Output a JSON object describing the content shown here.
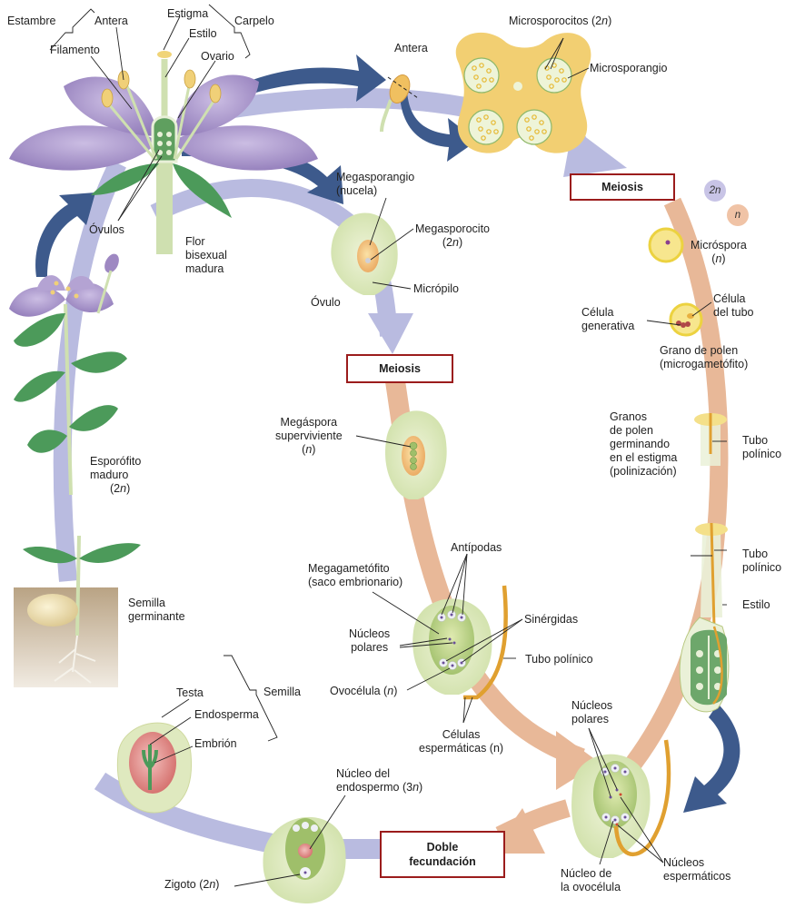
{
  "title": "Ciclo de vida de una angiosperma",
  "colors": {
    "sporophyte_band": "#b9bbe0",
    "gametophyte_band": "#e8b898",
    "arrow_blue": "#3d5a8c",
    "box_border": "#9b1c1c",
    "petal": "#a996c8",
    "leaf": "#4c9a5a",
    "ovule_green": "#dde8bf",
    "pollen_yellow": "#f0d060",
    "anther_tissue": "#f2cf72"
  },
  "legend": {
    "diploid": "2n",
    "haploid": "n"
  },
  "process_boxes": {
    "meiosis_male": "Meiosis",
    "meiosis_female": "Meiosis",
    "double_fertilization_1": "Doble",
    "double_fertilization_2": "fecundación"
  },
  "flower": {
    "stamen": "Estambre",
    "anther": "Antera",
    "filament": "Filamento",
    "stigma": "Estigma",
    "style": "Estilo",
    "ovary": "Ovario",
    "carpel": "Carpelo",
    "ovules": "Óvulos",
    "mature_flower": [
      "Flor",
      "bisexual",
      "madura"
    ]
  },
  "male_path": {
    "anther": "Antera",
    "microsporocytes": "Microsporocitos (2",
    "microsporocytes_n": "n",
    "microsporangium": "Microsporangio",
    "microspore": [
      "Micróspora",
      "("
    ],
    "generative_cell": [
      "Célula",
      "generativa"
    ],
    "tube_cell": [
      "Célula",
      "del tubo"
    ],
    "pollen_grain": [
      "Grano de polen",
      "(microgametófito)"
    ],
    "germinating": [
      "Granos",
      "de polen",
      "germinando",
      "en el estigma",
      "(polinización)"
    ],
    "pollen_tube_1": [
      "Tubo",
      "polínico"
    ],
    "pollen_tube_2": [
      "Tubo",
      "polínico"
    ],
    "style": "Estilo"
  },
  "female_path": {
    "megasporangium": [
      "Megasporangio",
      "(nucela)"
    ],
    "megasporocyte": [
      "Megasporocito",
      "(2"
    ],
    "micropyle": "Micrópilo",
    "ovule": "Óvulo",
    "surviving_megaspore": [
      "Megáspora",
      "superviviente",
      "("
    ],
    "megagametophyte": [
      "Megagametófito",
      "(saco embrionario)"
    ],
    "antipodals": "Antípodas",
    "polar_nuclei": [
      "Núcleos",
      "polares"
    ],
    "synergids": "Sinérgidas",
    "pollen_tube": "Tubo polínico",
    "egg_cell": "Ovocélula (",
    "sperm_cells": [
      "Células",
      "espermáticas (n)"
    ]
  },
  "fertilization": {
    "polar_nuclei": [
      "Núcleos",
      "polares"
    ],
    "egg_nucleus": [
      "Núcleo de",
      "la ovocélula"
    ],
    "sperm_nuclei": [
      "Núcleos",
      "espermáticos"
    ],
    "endosperm_nucleus": [
      "Núcleo del",
      "endospermo (3"
    ],
    "zygote": "Zigoto (2"
  },
  "seed": {
    "testa": "Testa",
    "endosperm": "Endosperma",
    "embryo": "Embrión",
    "seed": "Semilla",
    "germinating_seed": [
      "Semilla",
      "germinante"
    ],
    "mature_sporophyte": [
      "Esporófito",
      "maduro",
      "(2"
    ]
  }
}
